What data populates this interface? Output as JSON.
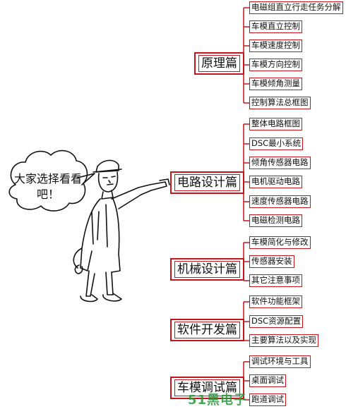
{
  "bubble": {
    "text": "大家选择看看吧！"
  },
  "sections": [
    {
      "title": "原理篇",
      "items": [
        "电磁组直立行走任务分解",
        "车模直立控制",
        "车模速度控制",
        "车模方向控制",
        "车模倾角测量",
        "控制算法总框图"
      ]
    },
    {
      "title": "电路设计篇",
      "items": [
        "整体电路框图",
        "DSC最小系统",
        "倾角传感器电路",
        "电机驱动电路",
        "速度传感器电路",
        "电磁检测电路"
      ]
    },
    {
      "title": "机械设计篇",
      "items": [
        "车模简化与修改",
        "传感器安装",
        "其它注意事项"
      ]
    },
    {
      "title": "软件开发篇",
      "items": [
        "软件功能框架",
        "DSC资源配置",
        "主要算法以及实现"
      ]
    },
    {
      "title": "车模调试篇",
      "items": [
        "调试环境与工具",
        "桌面调试",
        "跑道调试"
      ]
    }
  ],
  "watermark": "51黑电子",
  "colors": {
    "accent": "#c8141c",
    "line": "#c8141c",
    "watermark": "#2a9a3c"
  }
}
